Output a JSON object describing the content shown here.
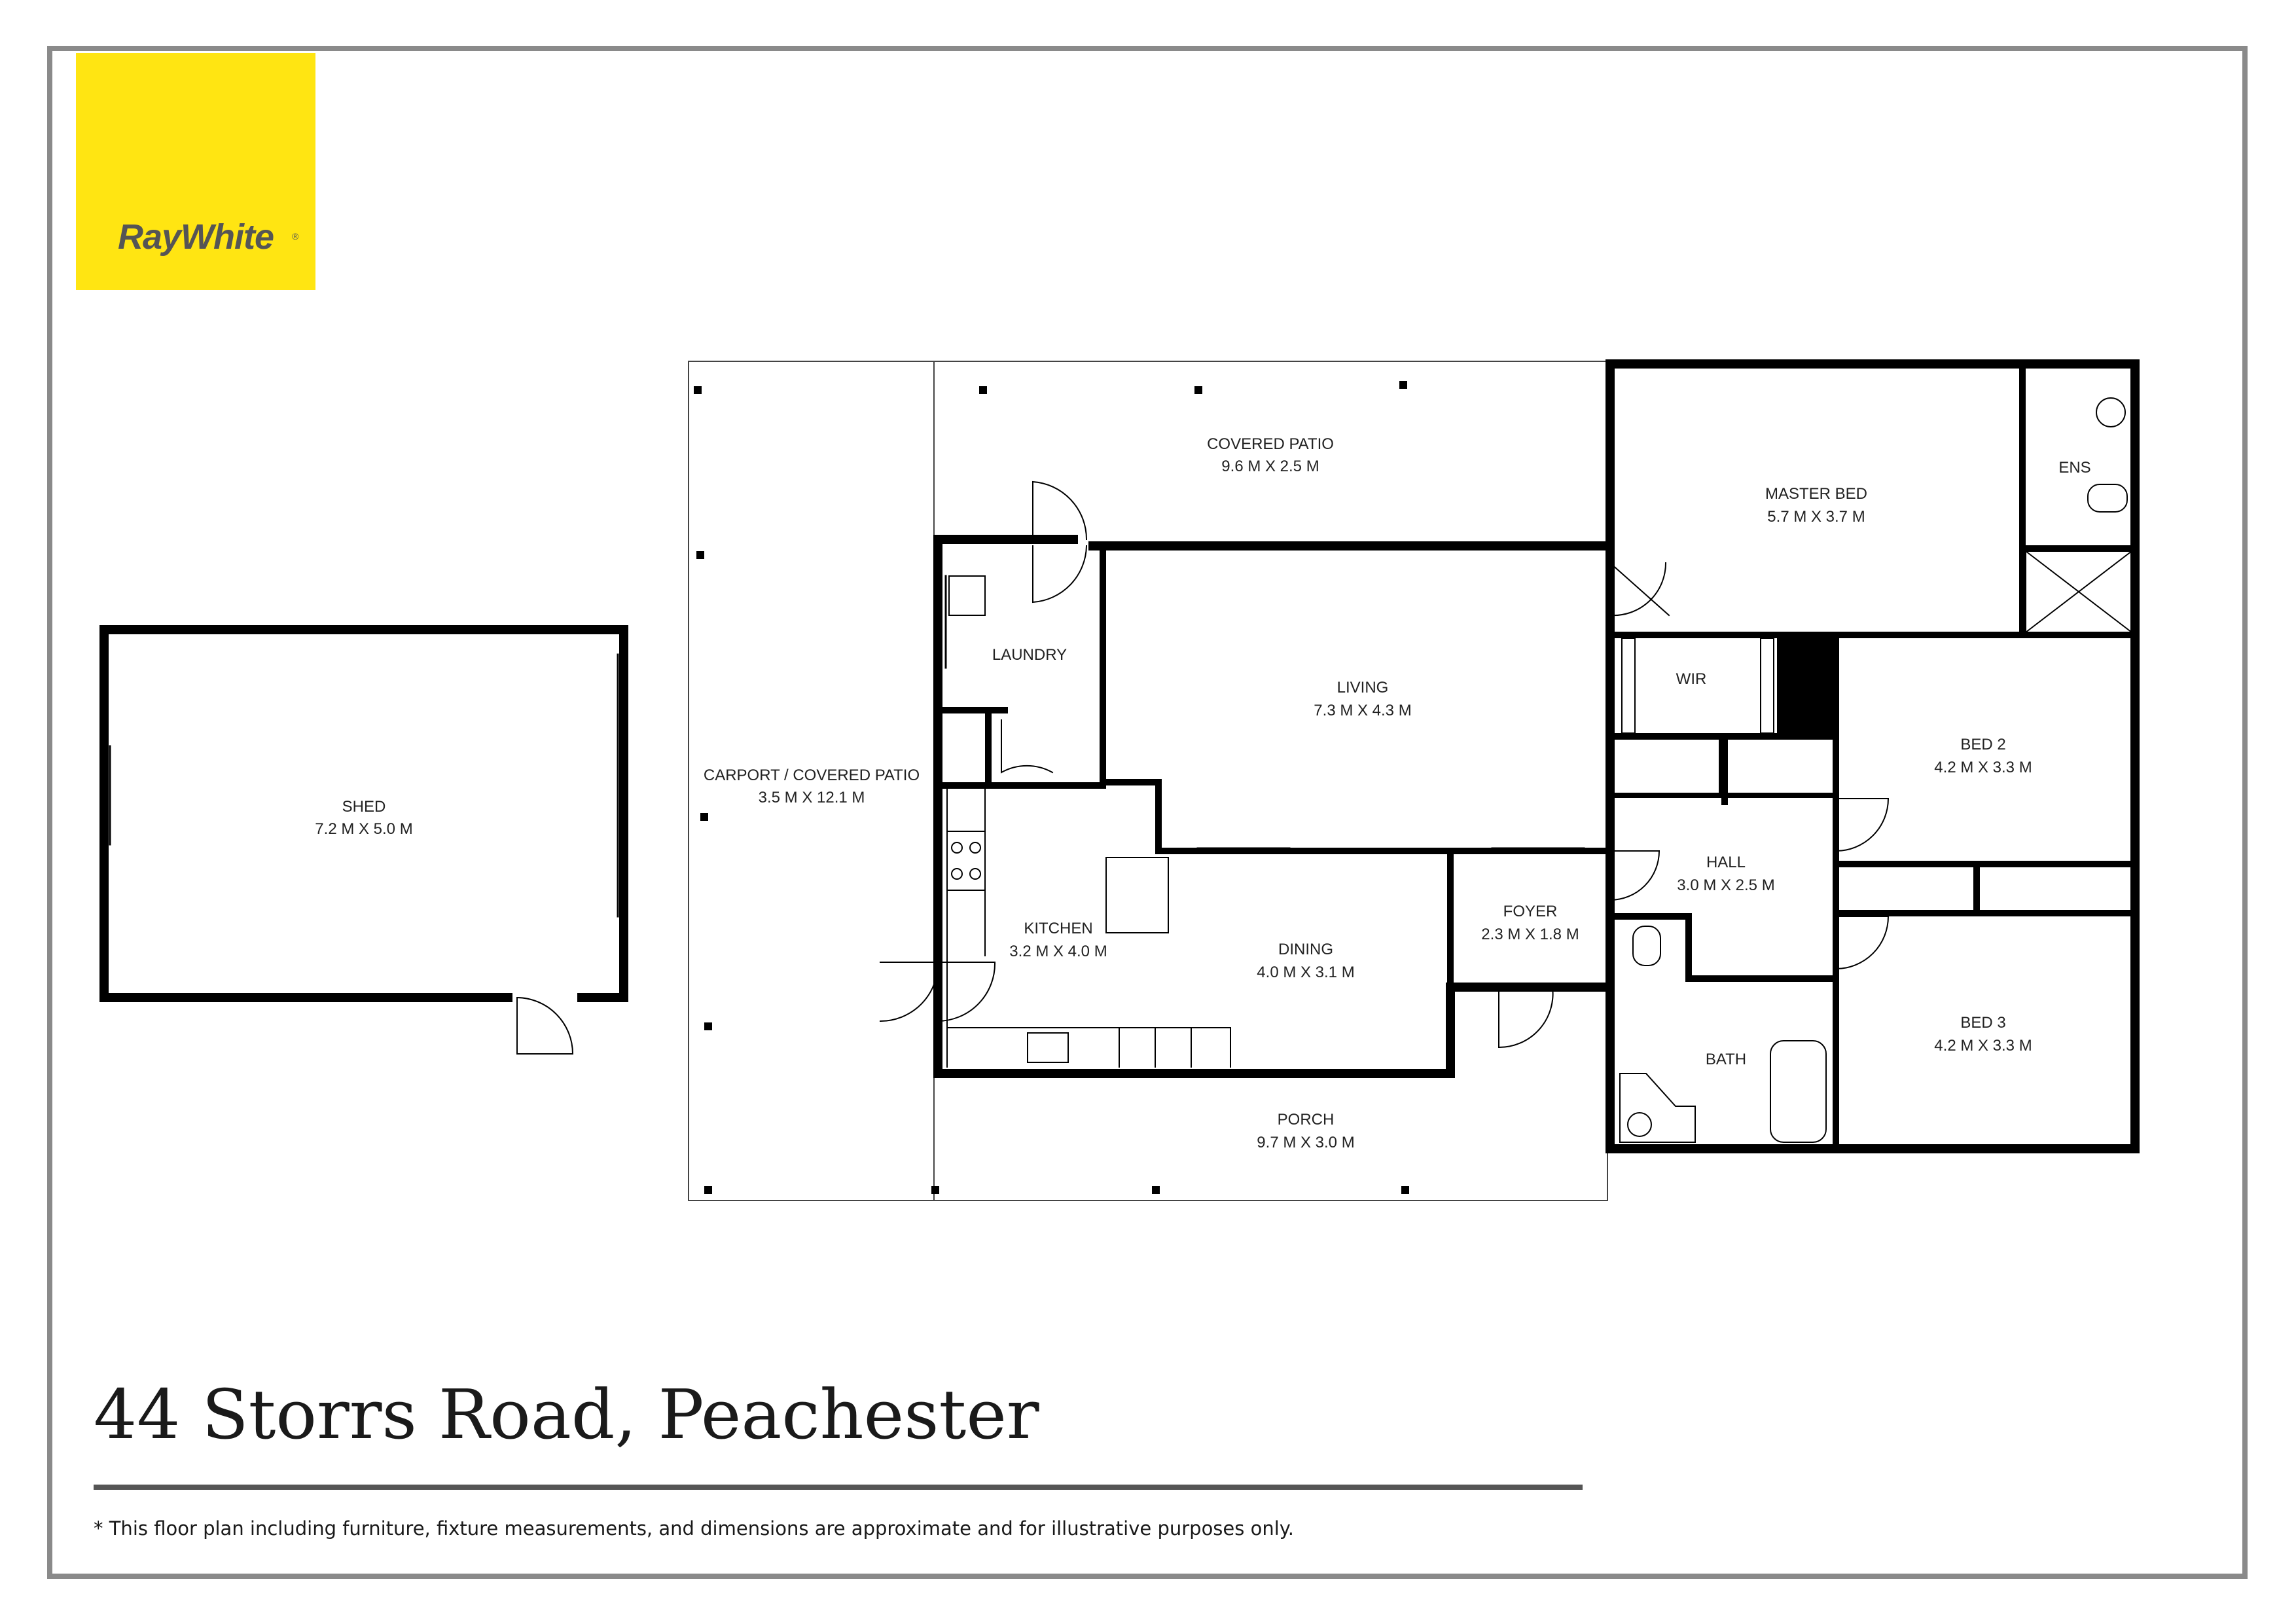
{
  "brand": {
    "name": "RayWhite",
    "registered_mark": "®",
    "color": "#ffe512"
  },
  "rooms": {
    "shed": {
      "name": "SHED",
      "size": "7.2 M X 5.0 M"
    },
    "carport": {
      "name": "CARPORT / COVERED PATIO",
      "size": "3.5 M X 12.1 M"
    },
    "covered_patio": {
      "name": "COVERED PATIO",
      "size": "9.6 M X 2.5 M"
    },
    "laundry": {
      "name": "LAUNDRY"
    },
    "living": {
      "name": "LIVING",
      "size": "7.3 M X 4.3 M"
    },
    "master_bed": {
      "name": "MASTER BED",
      "size": "5.7 M X 3.7 M"
    },
    "ens": {
      "name": "ENS"
    },
    "wir": {
      "name": "WIR"
    },
    "bed2": {
      "name": "BED 2",
      "size": "4.2 M X 3.3 M"
    },
    "hall": {
      "name": "HALL",
      "size": "3.0 M X 2.5 M"
    },
    "kitchen": {
      "name": "KITCHEN",
      "size": "3.2 M X 4.0 M"
    },
    "dining": {
      "name": "DINING",
      "size": "4.0 M X 3.1 M"
    },
    "foyer": {
      "name": "FOYER",
      "size": "2.3 M X 1.8 M"
    },
    "bath": {
      "name": "BATH"
    },
    "bed3": {
      "name": "BED 3",
      "size": "4.2 M X 3.3 M"
    },
    "porch": {
      "name": "PORCH",
      "size": "9.7 M X 3.0 M"
    }
  },
  "address": "44 Storrs Road, Peachester",
  "disclaimer": "* This floor plan including furniture, fixture measurements, and dimensions are approximate and for illustrative purposes only."
}
